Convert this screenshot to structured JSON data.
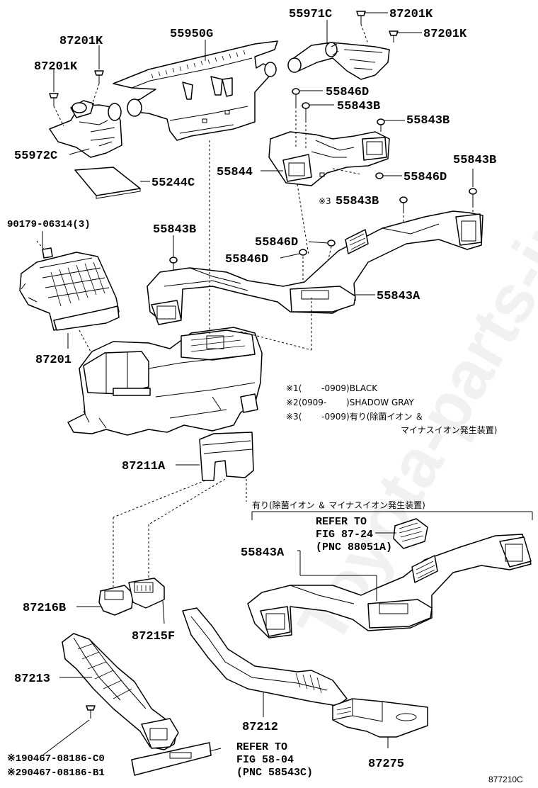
{
  "watermark": "Toyota-parts-info.ru",
  "diagram_code": "877210C",
  "parts": {
    "p55971C": "55971C",
    "p87201K_a": "87201K",
    "p87201K_b": "87201K",
    "p87201K_c": "87201K",
    "p87201K_d": "87201K",
    "p55950G": "55950G",
    "p55846D_a": "55846D",
    "p55843B_a": "55843B",
    "p55843B_b": "55843B",
    "p55972C": "55972C",
    "p55844": "55844",
    "p55846D_b": "55846D",
    "p55843B_c": "55843B",
    "p55244C": "55244C",
    "mark3": "※3",
    "p55843B_d": "55843B",
    "p90179": "90179-06314(3)",
    "p55843B_e": "55843B",
    "p55846D_c": "55846D",
    "p55846D_d": "55846D",
    "p55843A_a": "55843A",
    "p87201": "87201",
    "p87211A": "87211A",
    "p55843A_b": "55843A",
    "p87216B": "87216B",
    "p87215F": "87215F",
    "p87213": "87213",
    "p87212": "87212",
    "p87275": "87275",
    "p90467_1": "※190467-08186-C0",
    "p90467_2": "※290467-08186-B1"
  },
  "notes": {
    "n1": "※1(　　 -0909)BLACK",
    "n2": "※2(0909-　　 )SHADOW GRAY",
    "n3a": "※3(　　 -0909)有り(除菌イオン ＆",
    "n3b": "マイナスイオン発生装置)",
    "option": "有り(除菌イオン ＆ マイナスイオン発生装置)"
  },
  "refs": {
    "r1_line1": "REFER TO",
    "r1_line2": "FIG 87-24",
    "r1_line3": "(PNC 88051A)",
    "r2_line1": "REFER TO",
    "r2_line2": "FIG 58-04",
    "r2_line3": "(PNC 58543C)"
  }
}
